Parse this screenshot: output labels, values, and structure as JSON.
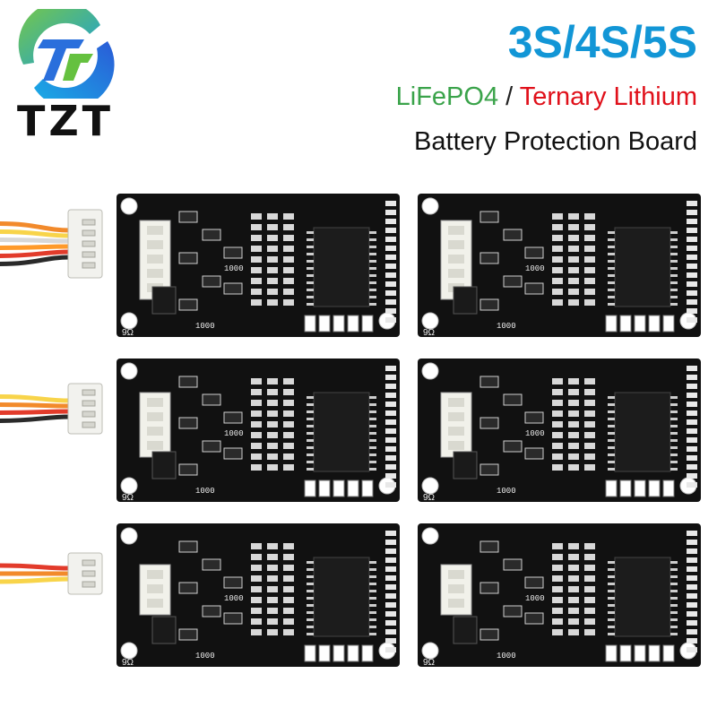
{
  "brand": {
    "name": "TZT"
  },
  "headline": {
    "variants": "3S/4S/5S",
    "chem_1": "LiFePO4",
    "separator": " / ",
    "chem_2": "Ternary Lithium",
    "product": "Battery Protection Board"
  },
  "colors": {
    "accent_blue": "#1296d6",
    "green": "#3aa34a",
    "red": "#e0101a",
    "pcb": "#111111"
  },
  "boards": {
    "label_code": "9Ω",
    "resistor_code": "1000",
    "rows": [
      {
        "connector_pins": 5,
        "wire_colors": [
          "#f28a2b",
          "#f8d44a",
          "#d8d8d8",
          "#ff9a2a",
          "#e23b2b",
          "#2a2a2a"
        ]
      },
      {
        "connector_pins": 4,
        "wire_colors": [
          "#f8d44a",
          "#f28a2b",
          "#e23b2b",
          "#2a2a2a"
        ]
      },
      {
        "connector_pins": 3,
        "wire_colors": [
          "#e23b2b",
          "#f28a2b",
          "#f8d44a"
        ]
      }
    ]
  }
}
